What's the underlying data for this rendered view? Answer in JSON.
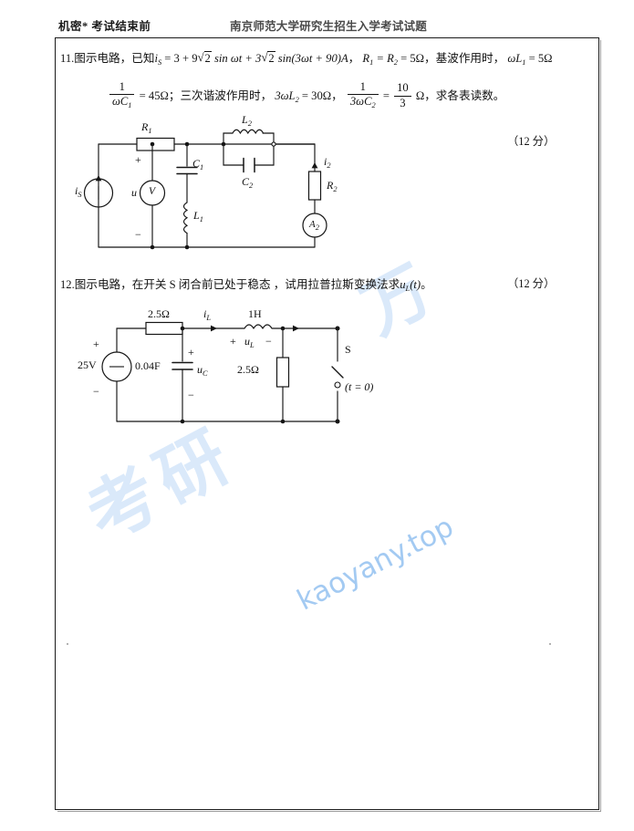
{
  "header": {
    "left": "机密* 考试结束前",
    "right": "南京师范大学研究生招生入学考试试题"
  },
  "watermark": {
    "char1": "考研",
    "char2": "万",
    "url": "kaoyany.top",
    "color": "#bcd8f7"
  },
  "questions": [
    {
      "number": "11.",
      "stem_prefix": "图示电路，已知",
      "var_is": "i",
      "var_is_sub": "S",
      "eq1_rhs": "= 3 + 9",
      "sqrt2_a": "2",
      "sin1": "sin ωt + 3",
      "sqrt2_b": "2",
      "sin2": "sin(3ωt + 90)A",
      "sep1": "，",
      "r_eq": "R",
      "r_sub1": "1",
      "r_eq_mid": "= R",
      "r_sub2": "2",
      "r_val": "= 5Ω",
      "sep2": "，基波作用时，",
      "wl_sym": "ωL",
      "wl_sub": "1",
      "wl_val": "= 5Ω",
      "line2": {
        "frac1_num": "1",
        "frac1_den_w": "ωC",
        "frac1_den_sub": "1",
        "eq1": "= 45Ω",
        "t1": "；三次谐波作用时，",
        "l2_sym": "3ωL",
        "l2_sub": "2",
        "l2_val": "= 30Ω",
        "sep": "，",
        "frac2_num": "1",
        "frac2_den_w": "3ωC",
        "frac2_den_sub": "2",
        "eq2": "=",
        "frac3_num": "10",
        "frac3_den": "3",
        "omega": "Ω",
        "tail": "，求各表读数。"
      },
      "marks": "（12 分）",
      "circuit": {
        "source_label": "i",
        "source_sub": "S",
        "r1": "R",
        "r1_sub": "1",
        "voltage_label": "u",
        "voltmeter": "V",
        "plus": "+",
        "minus": "−",
        "c1": "C",
        "c1_sub": "1",
        "l1": "L",
        "l1_sub": "1",
        "l2": "L",
        "l2_sub": "2",
        "c2": "C",
        "c2_sub": "2",
        "i2": "i",
        "i2_sub": "2",
        "r2": "R",
        "r2_sub": "2",
        "ammeter": "A",
        "ammeter_sub": "2"
      }
    },
    {
      "number": "12.",
      "text_a": "图示电路，在开关 S 闭合前已处于稳态 ，试用拉普拉斯变换法求",
      "u_l": "u",
      "u_l_sub": "L",
      "u_l_arg": "(t)",
      "text_b": "。",
      "marks": "（12 分）",
      "circuit": {
        "source": "25V",
        "plus": "+",
        "minus": "−",
        "r_top": "2.5Ω",
        "cap": "0.04F",
        "uc": "u",
        "uc_sub": "C",
        "uc_plus": "+",
        "uc_minus": "−",
        "il": "i",
        "il_sub": "L",
        "ind": "1H",
        "ul_plus": "+",
        "ul": "u",
        "ul_sub": "L",
        "ul_minus": "−",
        "r_mid": "2.5Ω",
        "switch": "S",
        "switch_time": "(t = 0)"
      }
    }
  ]
}
